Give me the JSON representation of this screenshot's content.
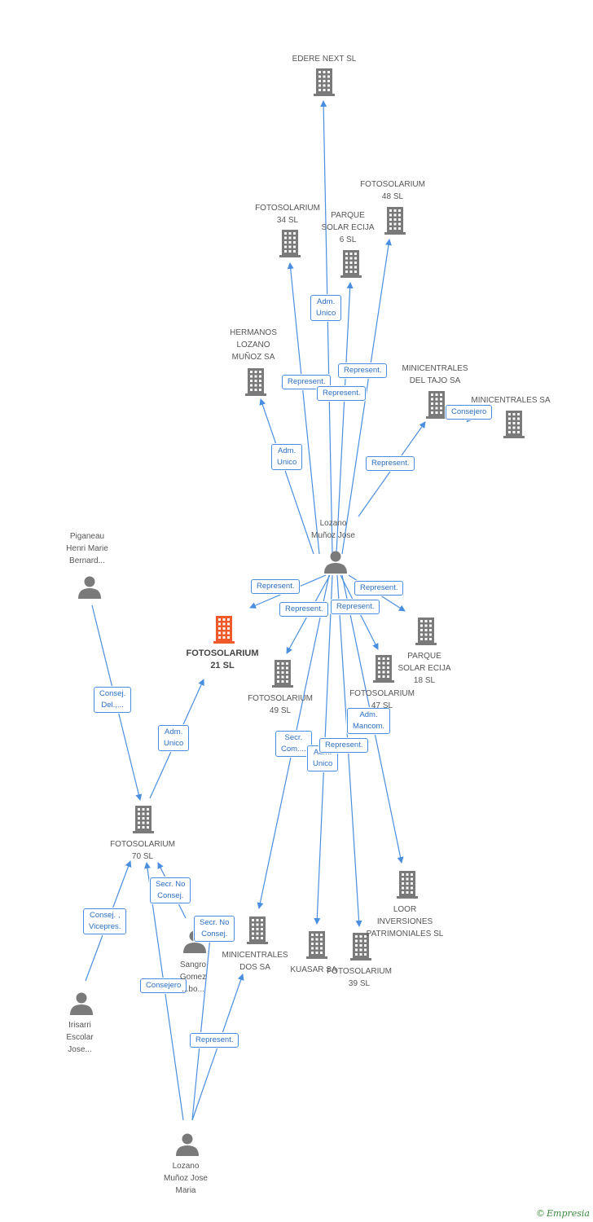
{
  "colors": {
    "edge": "#4a8ee0",
    "node": "#7a7a7a",
    "main": "#f05a2a",
    "edge_label": "#2b6fc2"
  },
  "nodes": [
    {
      "id": "edere",
      "type": "company",
      "label": [
        "EDERE NEXT SL"
      ]
    },
    {
      "id": "foto48",
      "type": "company",
      "label": [
        "FOTOSOLARIUM",
        "48 SL"
      ]
    },
    {
      "id": "foto34",
      "type": "company",
      "label": [
        "FOTOSOLARIUM",
        "34 SL"
      ]
    },
    {
      "id": "parque6",
      "type": "company",
      "label": [
        "PARQUE",
        "SOLAR ECIJA",
        "6 SL"
      ]
    },
    {
      "id": "hermanos",
      "type": "company",
      "label": [
        "HERMANOS",
        "LOZANO",
        "MUÑOZ SA"
      ]
    },
    {
      "id": "tajo",
      "type": "company",
      "label": [
        "MINICENTRALES",
        "DEL TAJO SA"
      ]
    },
    {
      "id": "minisa",
      "type": "company",
      "label": [
        "MINICENTRALES SA"
      ]
    },
    {
      "id": "ljose",
      "type": "person",
      "label": [
        "Lozano",
        "Muñoz Jose"
      ]
    },
    {
      "id": "piganeau",
      "type": "person",
      "label": [
        "Piganeau",
        "Henri Marie",
        "Bernard..."
      ]
    },
    {
      "id": "foto21",
      "type": "main",
      "label": [
        "FOTOSOLARIUM",
        "21 SL"
      ]
    },
    {
      "id": "foto49",
      "type": "company",
      "label": [
        "FOTOSOLARIUM",
        "49 SL"
      ]
    },
    {
      "id": "foto47",
      "type": "company",
      "label": [
        "FOTOSOLARIUM",
        "47 SL"
      ]
    },
    {
      "id": "parque18",
      "type": "company",
      "label": [
        "PARQUE",
        "SOLAR ECIJA",
        "18 SL"
      ]
    },
    {
      "id": "foto70",
      "type": "company",
      "label": [
        "FOTOSOLARIUM",
        "70 SL"
      ]
    },
    {
      "id": "loor",
      "type": "company",
      "label": [
        "LOOR",
        "INVERSIONES",
        "PATRIMONIALES SL"
      ]
    },
    {
      "id": "minidos",
      "type": "company",
      "label": [
        "MINICENTRALES",
        "DOS SA"
      ]
    },
    {
      "id": "kuasar",
      "type": "company",
      "label": [
        "KUASAR SA"
      ]
    },
    {
      "id": "foto39",
      "type": "company",
      "label": [
        "FOTOSOLARIUM",
        "39 SL"
      ]
    },
    {
      "id": "sangro",
      "type": "person",
      "label": [
        "Sangro",
        "Gomez",
        "...bo..."
      ]
    },
    {
      "id": "irisarri",
      "type": "person",
      "label": [
        "Irisarri",
        "Escolar",
        "Jose..."
      ]
    },
    {
      "id": "ljosem",
      "type": "person",
      "label": [
        "Lozano",
        "Muñoz Jose",
        "Maria"
      ]
    }
  ],
  "edges": [
    {
      "from": "ljose",
      "to": "edere",
      "label": [
        "Adm.",
        "Unico"
      ]
    },
    {
      "from": "ljose",
      "to": "foto34",
      "label": [
        "Represent."
      ]
    },
    {
      "from": "ljose",
      "to": "parque6",
      "label": [
        "Represent."
      ]
    },
    {
      "from": "ljose",
      "to": "foto48",
      "label": [
        "Represent."
      ]
    },
    {
      "from": "ljose",
      "to": "hermanos",
      "label": [
        "Adm.",
        "Unico"
      ]
    },
    {
      "from": "ljose",
      "to": "tajo",
      "label": [
        "Represent."
      ]
    },
    {
      "from": "tajo",
      "to": "minisa",
      "label": [
        "Consejero"
      ]
    },
    {
      "from": "ljose",
      "to": "foto21",
      "label": [
        "Represent."
      ]
    },
    {
      "from": "ljose",
      "to": "foto49",
      "label": [
        "Represent."
      ]
    },
    {
      "from": "ljose",
      "to": "parque18",
      "label": [
        "Represent."
      ]
    },
    {
      "from": "ljose",
      "to": "foto47",
      "label": [
        "Represent."
      ]
    },
    {
      "from": "ljose",
      "to": "loor",
      "label": [
        "Adm.",
        "Mancom."
      ]
    },
    {
      "from": "ljose",
      "to": "minidos",
      "label": [
        "Secr.",
        "Com...."
      ]
    },
    {
      "from": "ljose",
      "to": "kuasar",
      "label": [
        "Adm.",
        "Unico"
      ]
    },
    {
      "from": "ljose",
      "to": "foto39",
      "label": [
        "Represent."
      ]
    },
    {
      "from": "piganeau",
      "to": "foto70",
      "label": [
        "Consej.",
        "Del.,..."
      ]
    },
    {
      "from": "foto70",
      "to": "foto21",
      "label": [
        "Adm.",
        "Unico"
      ]
    },
    {
      "from": "sangro",
      "to": "foto70",
      "label": [
        "Secr.  No",
        "Consej."
      ]
    },
    {
      "from": "irisarri",
      "to": "foto70",
      "label": [
        "Consej. ,",
        "Vicepres."
      ]
    },
    {
      "from": "ljosem",
      "to": "foto70",
      "label": [
        "Consejero"
      ]
    },
    {
      "from": "ljosem",
      "to": "minidos",
      "label": [
        "Represent."
      ]
    },
    {
      "from": "ljosem",
      "to": "minidos",
      "label": [
        "Secr.  No",
        "Consej."
      ]
    }
  ],
  "brand": {
    "symbol": "©",
    "name": "Empresia"
  }
}
